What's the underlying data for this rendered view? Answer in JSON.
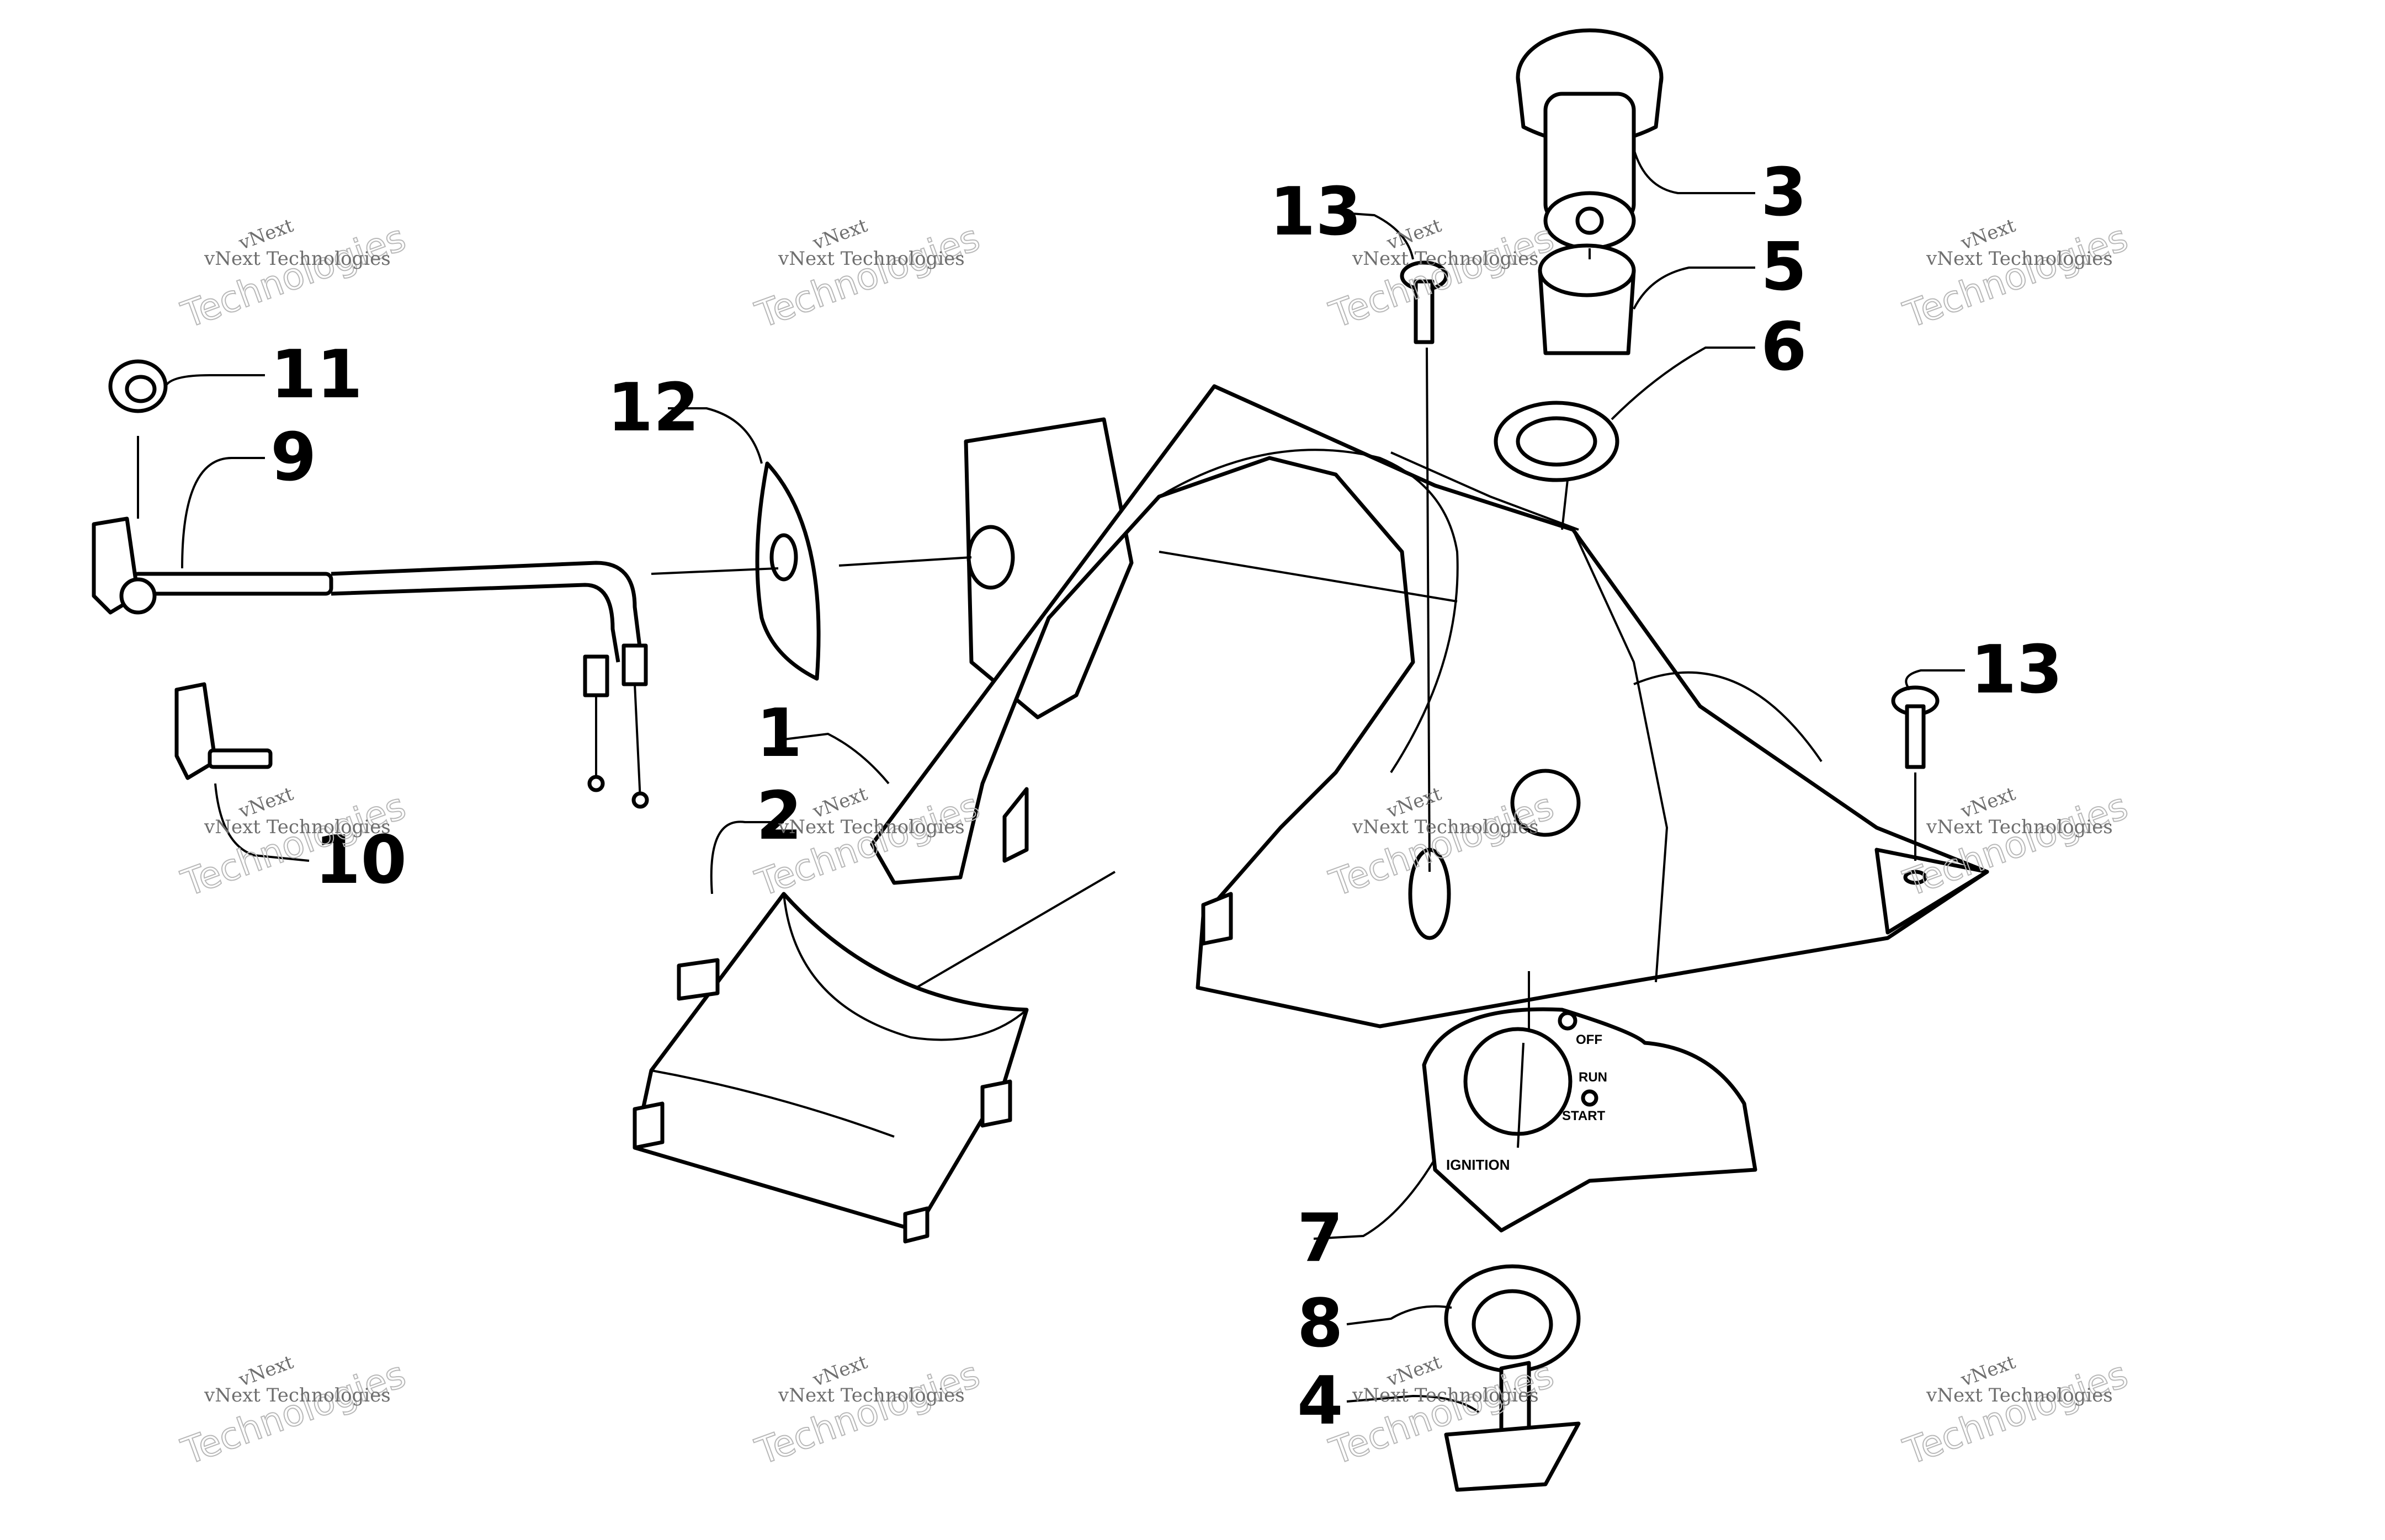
{
  "callouts": [
    {
      "id": "1",
      "label": "1"
    },
    {
      "id": "2",
      "label": "2"
    },
    {
      "id": "3",
      "label": "3"
    },
    {
      "id": "4",
      "label": "4"
    },
    {
      "id": "5",
      "label": "5"
    },
    {
      "id": "6",
      "label": "6"
    },
    {
      "id": "7",
      "label": "7"
    },
    {
      "id": "8",
      "label": "8"
    },
    {
      "id": "9",
      "label": "9"
    },
    {
      "id": "10",
      "label": "10"
    },
    {
      "id": "11",
      "label": "11"
    },
    {
      "id": "12",
      "label": "12"
    },
    {
      "id": "13a",
      "label": "13"
    },
    {
      "id": "13b",
      "label": "13"
    }
  ],
  "decal": {
    "off": "OFF",
    "run": "RUN",
    "start": "START",
    "ignition": "IGNITION"
  },
  "watermark": {
    "line1": "vNext",
    "line2": "vNext Technologies",
    "line3": "Technologies"
  }
}
